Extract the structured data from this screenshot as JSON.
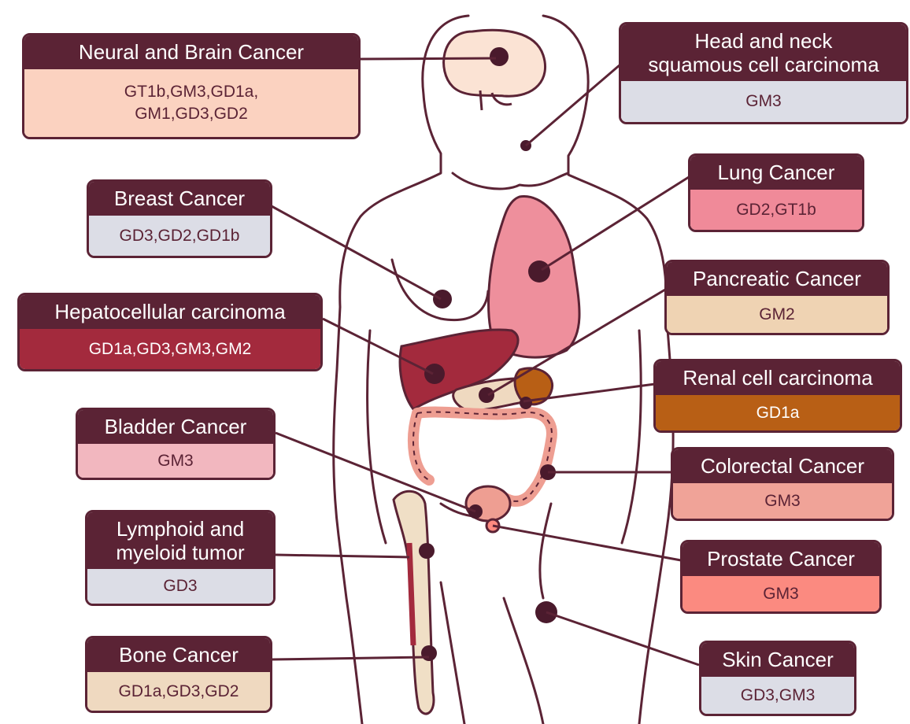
{
  "colors": {
    "header": "#5b2335",
    "outline": "#5b2335",
    "tumor": "#4a1a2c",
    "skin": "#ffffff",
    "lung": "#ee8f9c",
    "liver": "#a32a3d",
    "pancreas": "#efd9c0",
    "kidney": "#b85f15",
    "intestine": "#ee9e92",
    "bladder": "#ee9e92",
    "prostate": "#ff8a80",
    "bone": "#f0dfc6",
    "brain": "#fbe3d4"
  },
  "cancers": [
    {
      "key": "neural",
      "title": "Neural and Brain Cancer",
      "gangliosides": "GT1b,GM3,GD1a,\nGM1,GD3,GD2",
      "body_color": "#fbd2c0",
      "light_text": false
    },
    {
      "key": "head-neck",
      "title": "Head and neck\nsquamous cell carcinoma",
      "gangliosides": "GM3",
      "body_color": "#dcdde6",
      "light_text": false
    },
    {
      "key": "breast",
      "title": "Breast Cancer",
      "gangliosides": "GD3,GD2,GD1b",
      "body_color": "#dcdde6",
      "light_text": false
    },
    {
      "key": "lung",
      "title": "Lung Cancer",
      "gangliosides": "GD2,GT1b",
      "body_color": "#f08a99",
      "light_text": false
    },
    {
      "key": "pancreatic",
      "title": "Pancreatic Cancer",
      "gangliosides": "GM2",
      "body_color": "#efd3b3",
      "light_text": false
    },
    {
      "key": "hepatocellular",
      "title": "Hepatocellular carcinoma",
      "gangliosides": "GD1a,GD3,GM3,GM2",
      "body_color": "#a32a3d",
      "light_text": true
    },
    {
      "key": "renal",
      "title": "Renal cell carcinoma",
      "gangliosides": "GD1a",
      "body_color": "#b85f15",
      "light_text": true
    },
    {
      "key": "bladder",
      "title": "Bladder Cancer",
      "gangliosides": "GM3",
      "body_color": "#f2b7bf",
      "light_text": false
    },
    {
      "key": "colorectal",
      "title": "Colorectal Cancer",
      "gangliosides": "GM3",
      "body_color": "#f0a398",
      "light_text": false
    },
    {
      "key": "lymphoid",
      "title": "Lymphoid and\nmyeloid tumor",
      "gangliosides": "GD3",
      "body_color": "#dcdde6",
      "light_text": false
    },
    {
      "key": "prostate",
      "title": "Prostate Cancer",
      "gangliosides": "GM3",
      "body_color": "#fb8a80",
      "light_text": false
    },
    {
      "key": "bone",
      "title": "Bone Cancer",
      "gangliosides": "GD1a,GD3,GD2",
      "body_color": "#efd9c0",
      "light_text": false
    },
    {
      "key": "skin",
      "title": "Skin Cancer",
      "gangliosides": "GD3,GM3",
      "body_color": "#dcdde6",
      "light_text": false
    }
  ]
}
